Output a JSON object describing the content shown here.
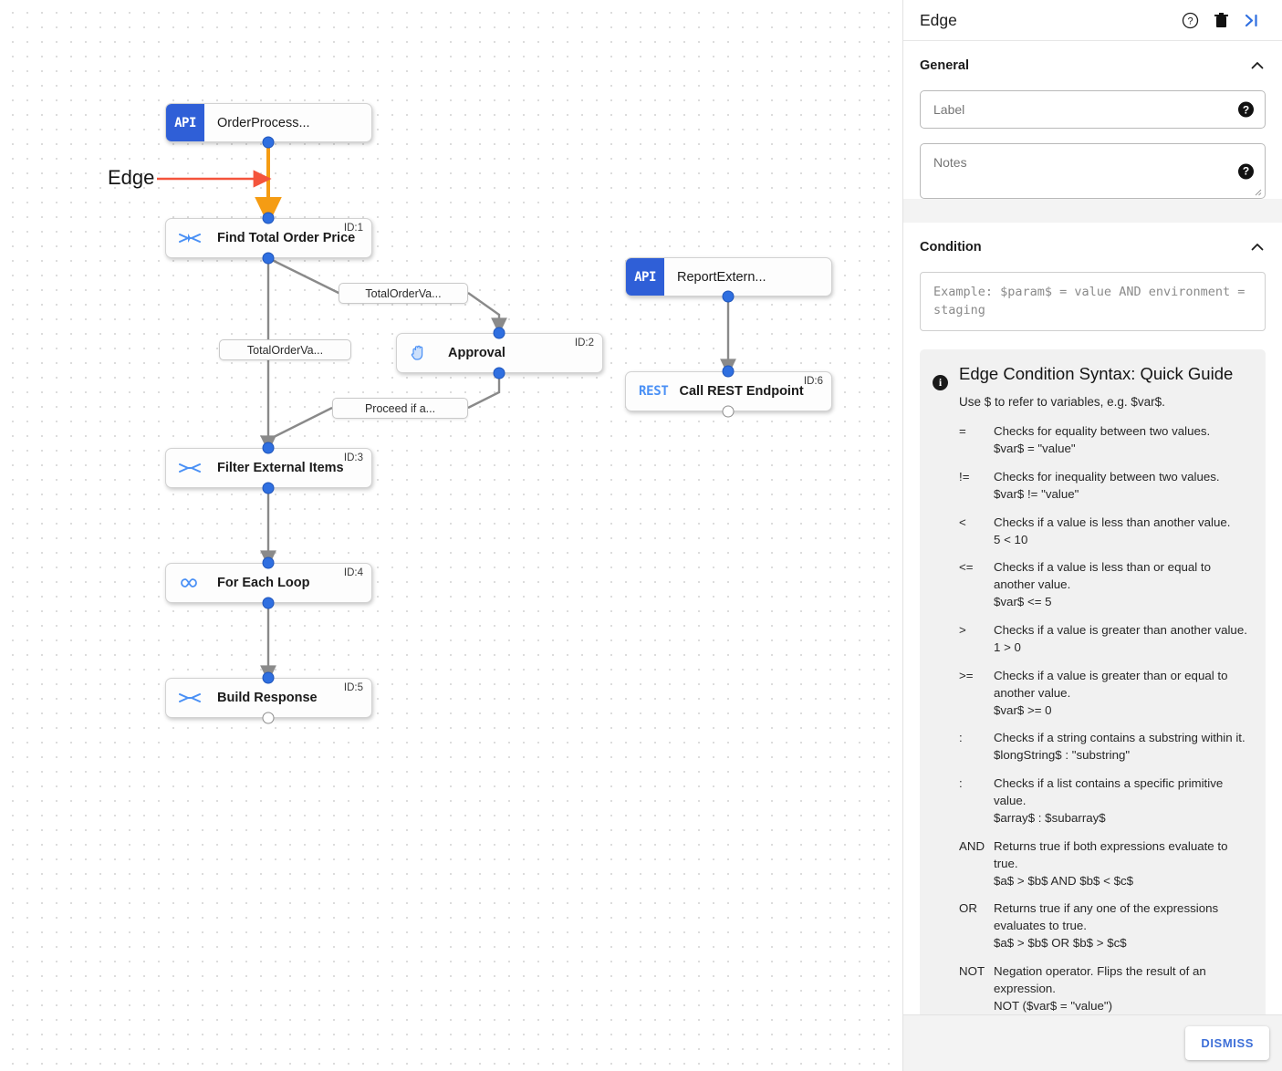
{
  "canvas": {
    "annotation": {
      "label": "Edge",
      "arrow_color": "#f4543c"
    },
    "highlight_edge_color": "#f59c13",
    "nodes": [
      {
        "id": "",
        "badge": "API",
        "title": "OrderProcess...",
        "type": "api"
      },
      {
        "id": "ID:1",
        "title": "Find Total Order Price",
        "type": "process",
        "icon": "merge-arrows-icon"
      },
      {
        "id": "ID:2",
        "title": "Approval",
        "type": "process",
        "icon": "hand-icon"
      },
      {
        "id": "ID:3",
        "title": "Filter External Items",
        "type": "process",
        "icon": "merge-arrows-icon"
      },
      {
        "id": "ID:4",
        "title": "For Each Loop",
        "type": "process",
        "icon": "infinity-icon"
      },
      {
        "id": "ID:5",
        "title": "Build Response",
        "type": "process",
        "icon": "merge-arrows-icon"
      },
      {
        "id": "",
        "badge": "API",
        "title": "ReportExtern...",
        "type": "api"
      },
      {
        "id": "ID:6",
        "badge": "REST",
        "title": "Call REST Endpoint",
        "type": "rest"
      }
    ],
    "edge_labels": [
      "TotalOrderVa...",
      "TotalOrderVa...",
      "Proceed if a..."
    ]
  },
  "panel": {
    "title": "Edge",
    "icons": {
      "help": "help-circle-icon",
      "delete": "trash-icon",
      "collapse": "collapse-panel-icon"
    },
    "general": {
      "heading": "General",
      "label_field": {
        "value": "",
        "placeholder": "Label"
      },
      "notes_field": {
        "value": "",
        "placeholder": "Notes"
      }
    },
    "condition": {
      "heading": "Condition",
      "placeholder": "Example: $param$ = value AND environment = staging"
    },
    "guide": {
      "title": "Edge Condition Syntax: Quick Guide",
      "intro": "Use $ to refer to variables, e.g. $var$.",
      "operators": [
        {
          "symbol": "=",
          "desc": "Checks for equality between two values.",
          "example": "$var$ = \"value\""
        },
        {
          "symbol": "!=",
          "desc": "Checks for inequality between two values.",
          "example": "$var$ != \"value\""
        },
        {
          "symbol": "<",
          "desc": "Checks if a value is less than another value.",
          "example": "5 < 10"
        },
        {
          "symbol": "<=",
          "desc": "Checks if a value is less than or equal to another value.",
          "example": "$var$ <= 5"
        },
        {
          "symbol": ">",
          "desc": "Checks if a value is greater than another value.",
          "example": "1 > 0"
        },
        {
          "symbol": ">=",
          "desc": "Checks if a value is greater than or equal to another value.",
          "example": "$var$ >= 0"
        },
        {
          "symbol": ":",
          "desc": "Checks if a string contains a substring within it.",
          "example": "$longString$ : \"substring\""
        },
        {
          "symbol": ":",
          "desc": "Checks if a list contains a specific primitive value.",
          "example": "$array$ : $subarray$"
        },
        {
          "symbol": "AND",
          "desc": "Returns true if both expressions evaluate to true.",
          "example": "$a$ > $b$ AND $b$ < $c$"
        },
        {
          "symbol": "OR",
          "desc": "Returns true if any one of the expressions evaluates to true.",
          "example": "$a$ > $b$ OR $b$ > $c$"
        },
        {
          "symbol": "NOT",
          "desc": "Negation operator. Flips the result of an expression.",
          "example": "NOT ($var$ = \"value\")"
        }
      ]
    },
    "dismiss_label": "DISMISS"
  }
}
